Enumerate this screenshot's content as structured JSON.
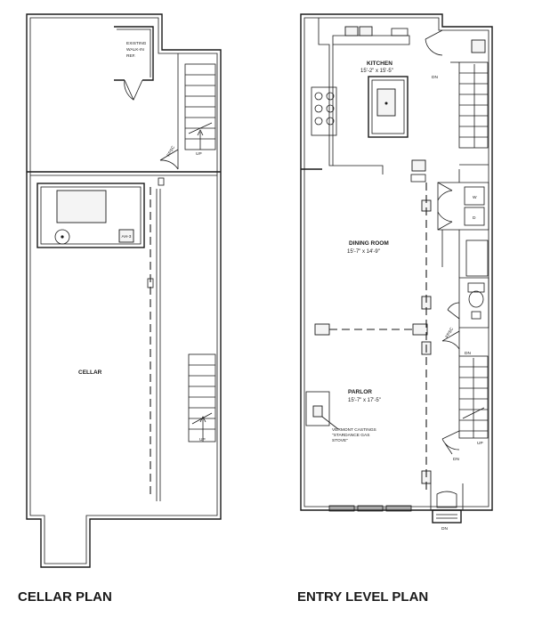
{
  "cellar": {
    "title": "CELLAR PLAN",
    "rooms": {
      "cellar": "CELLAR",
      "walkin_ref_line1": "EXISTING",
      "walkin_ref_line2": "WALK-IN",
      "walkin_ref_line3": "REF."
    },
    "equipment": {
      "ah": "AH-3"
    },
    "annotations": {
      "fpsc": "FPSC",
      "up_top": "UP",
      "up_bottom": "UP"
    }
  },
  "entry": {
    "title": "ENTRY LEVEL PLAN",
    "rooms": {
      "kitchen": {
        "name": "KITCHEN",
        "dims": "15'-2\" x 15'-5\""
      },
      "dining": {
        "name": "DINING ROOM",
        "dims": "15'-7\" x 14'-9\""
      },
      "parlor": {
        "name": "PARLOR",
        "dims": "15'-7\" x 17'-5\""
      }
    },
    "stove_note": {
      "line1": "VERMONT CASTINGS",
      "line2": "\"STARDANCE GAS",
      "line3": "STOVE\""
    },
    "appliances": {
      "washer": "W",
      "dryer": "D"
    },
    "annotations": {
      "dn_top": "DN",
      "dn_mid": "DN",
      "dn_lower": "DN",
      "dn_entry": "DN",
      "fpsc": "FPSC",
      "up": "UP"
    }
  }
}
